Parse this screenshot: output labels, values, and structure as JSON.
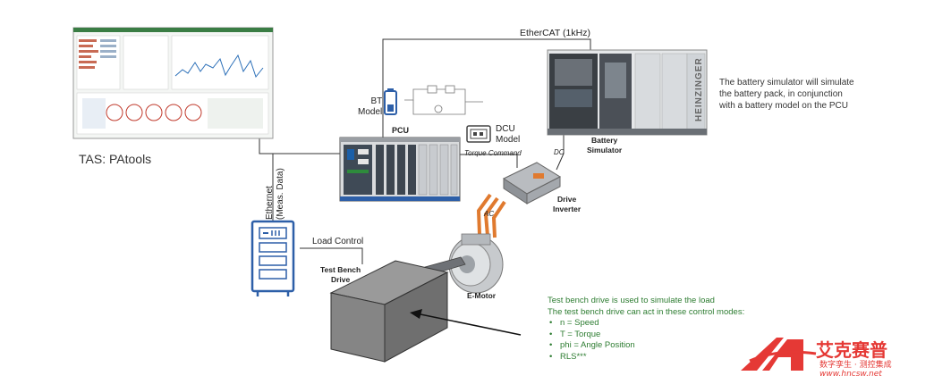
{
  "labels": {
    "ethercat": "EtherCAT (1kHz)",
    "bt_model": [
      "BT",
      "Model"
    ],
    "pcu": "PCU",
    "dcu_model": [
      "DCU",
      "Model"
    ],
    "torque_command": "Torque Command",
    "battery_simulator": [
      "Battery",
      "Simulator"
    ],
    "dc": "DC",
    "drive_inverter": [
      "Drive",
      "Inverter"
    ],
    "ac": "AC",
    "tas": "TAS: PAtools",
    "ethernet": [
      "Ethernet",
      "(Meas. Data)"
    ],
    "load_control": "Load Control",
    "test_bench_drive": [
      "Test Bench",
      "Drive"
    ],
    "e_motor": "E-Motor",
    "heinzinger": "HEINZINGER"
  },
  "battery_note": [
    "The battery simulator will simulate",
    "the battery pack, in conjunction",
    "with a battery model on the PCU"
  ],
  "test_bench_note": {
    "line1": "Test bench drive is used to simulate the load",
    "line2": "The test bench drive can act in these control modes:",
    "modes": [
      "n = Speed",
      "T = Torque",
      "phi = Angle Position",
      "RLS***"
    ]
  },
  "watermark": {
    "name_cn": "艾克赛普",
    "tagline_cn": "数字孪生 · 测控集成",
    "url": "www.hncsw.net"
  },
  "colors": {
    "line": "#333333",
    "accent_blue": "#2d5fa8",
    "note_green": "#2e7d32",
    "brand_red": "#e53935",
    "cable_orange": "#e07a2f"
  }
}
